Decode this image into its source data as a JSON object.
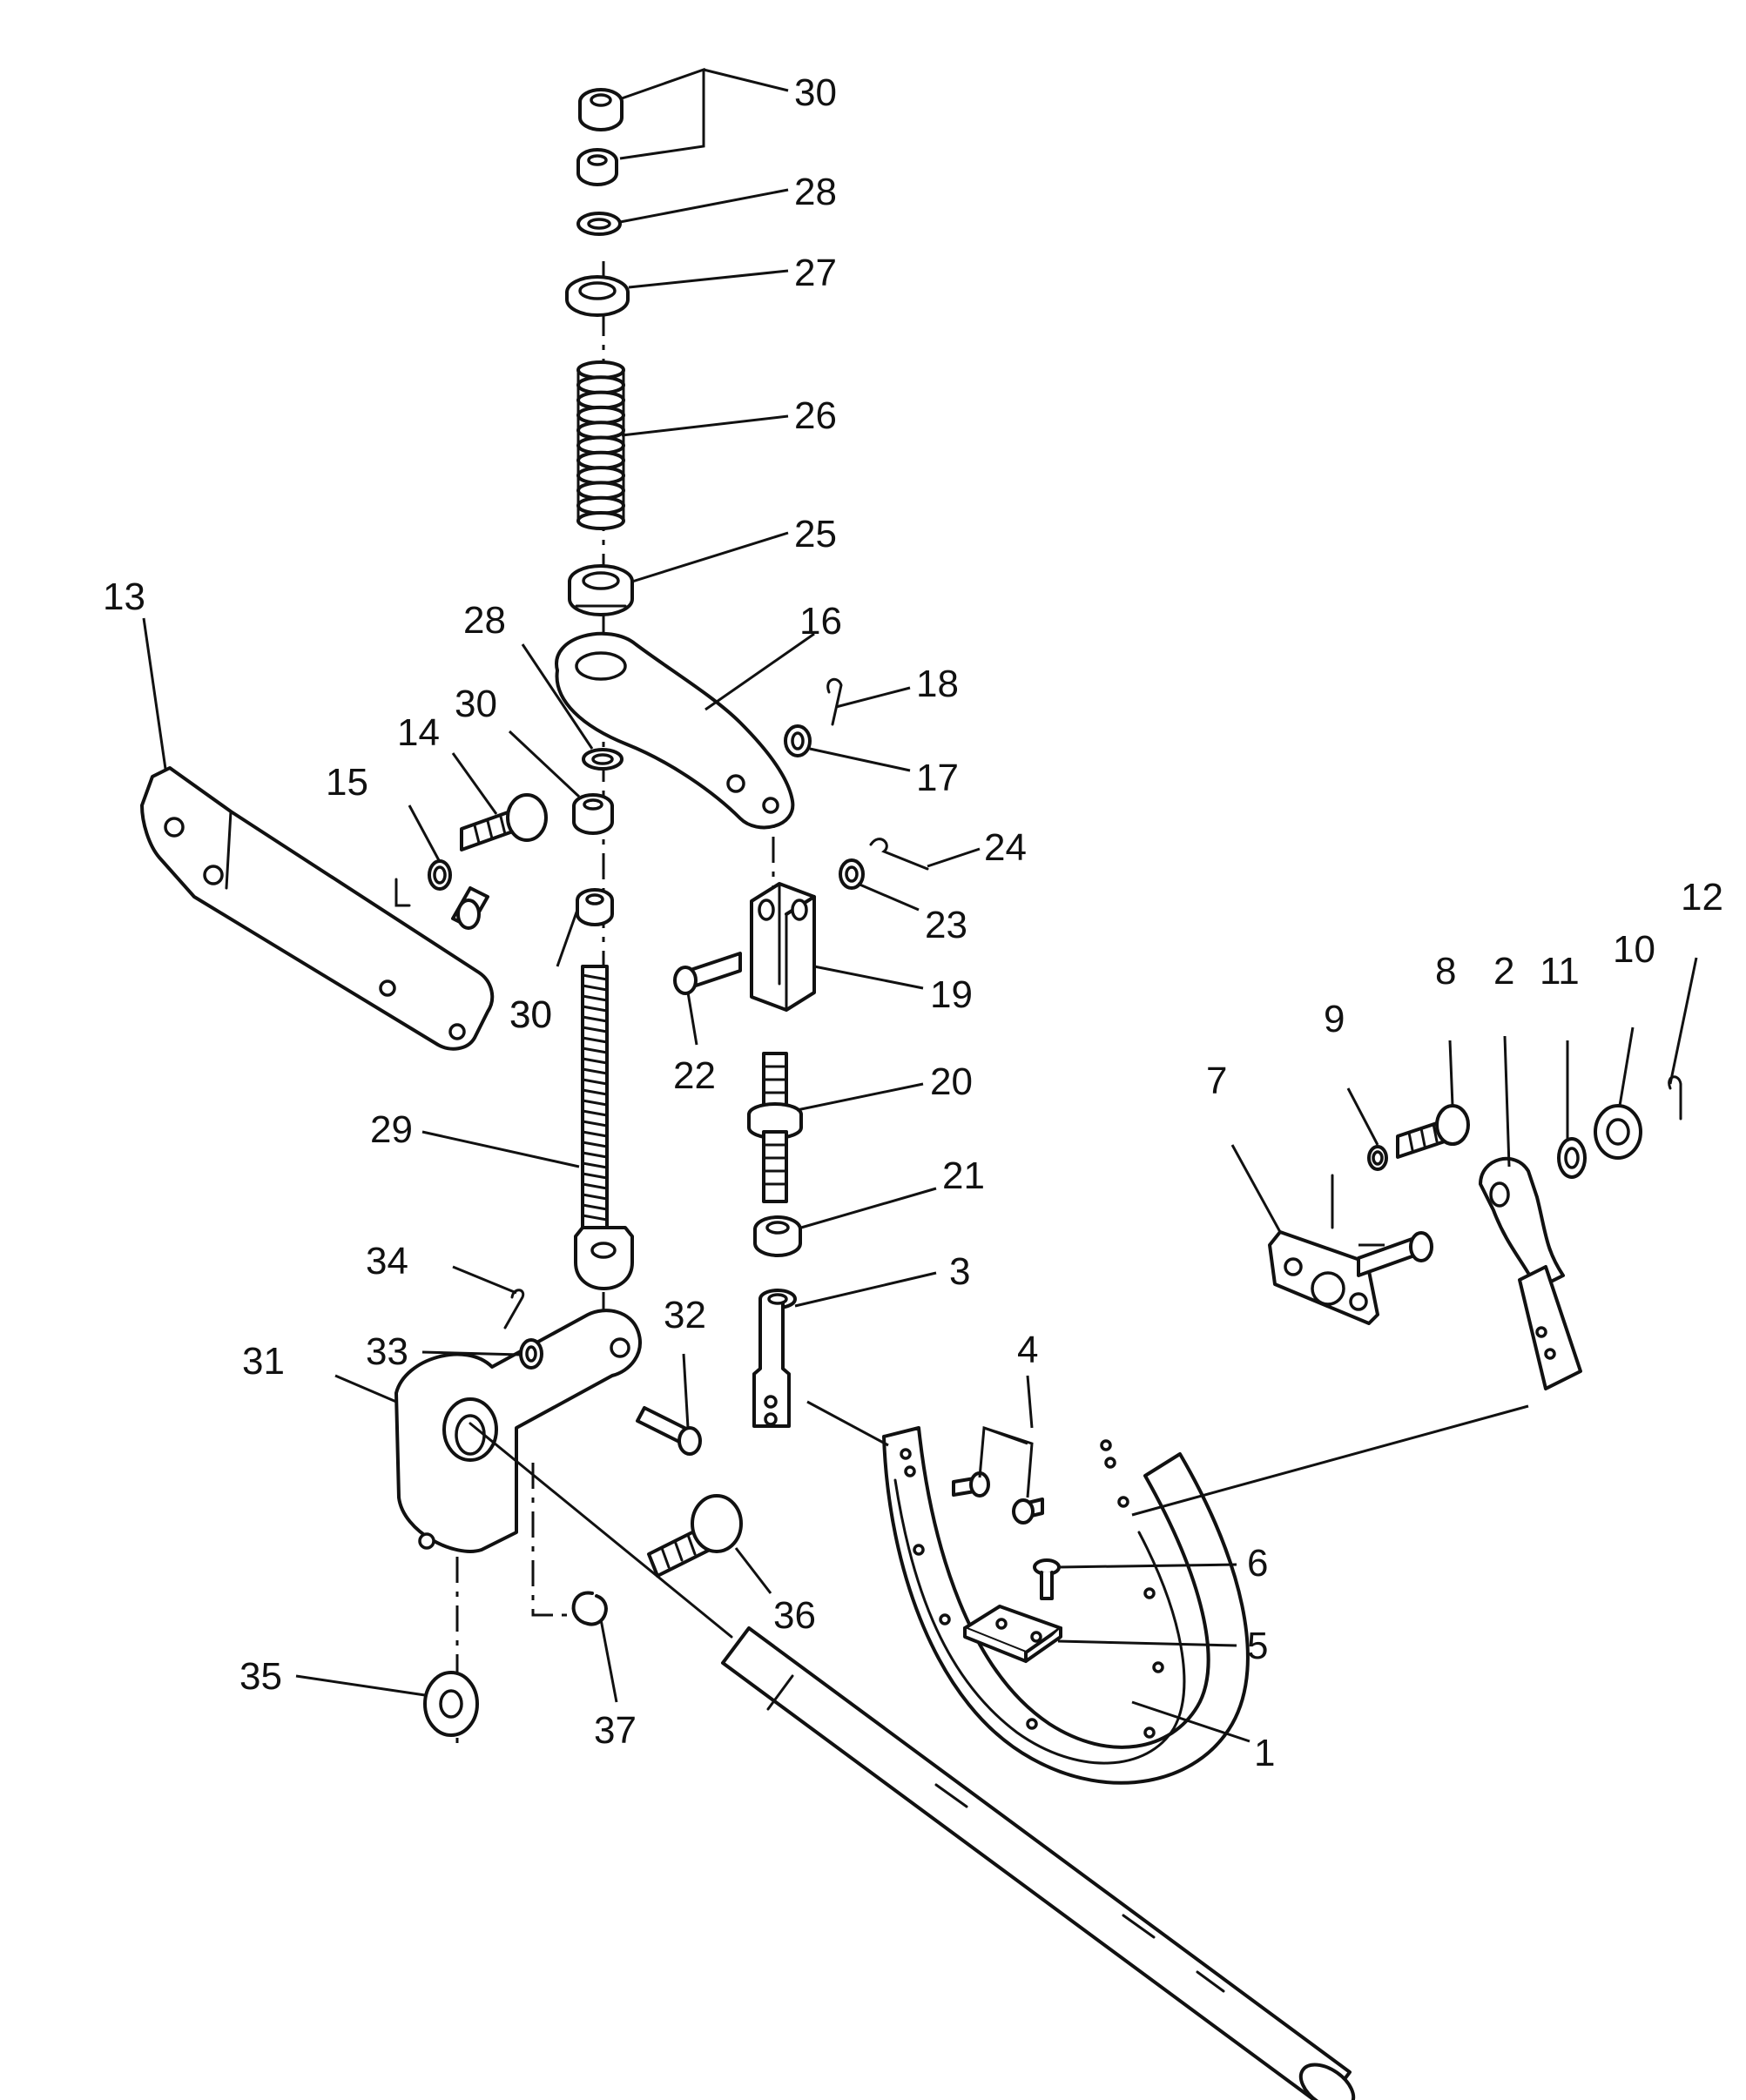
{
  "diagram": {
    "callouts": [
      "30",
      "28",
      "27",
      "26",
      "25",
      "28",
      "16",
      "18",
      "30",
      "17",
      "13",
      "14",
      "15",
      "30",
      "24",
      "23",
      "19",
      "30",
      "22",
      "20",
      "12",
      "8",
      "2",
      "11",
      "10",
      "9",
      "7",
      "29",
      "21",
      "3",
      "34",
      "32",
      "4",
      "33",
      "31",
      "6",
      "36",
      "5",
      "35",
      "37",
      "1"
    ]
  }
}
